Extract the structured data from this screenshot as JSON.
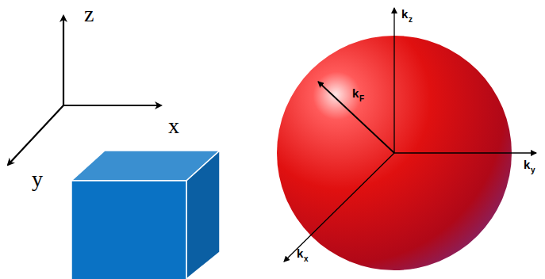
{
  "diagram": {
    "labels": [
      "z",
      "x",
      "y",
      "k",
      "z",
      "k",
      "F",
      "k",
      "y",
      "k",
      "x"
    ]
  }
}
